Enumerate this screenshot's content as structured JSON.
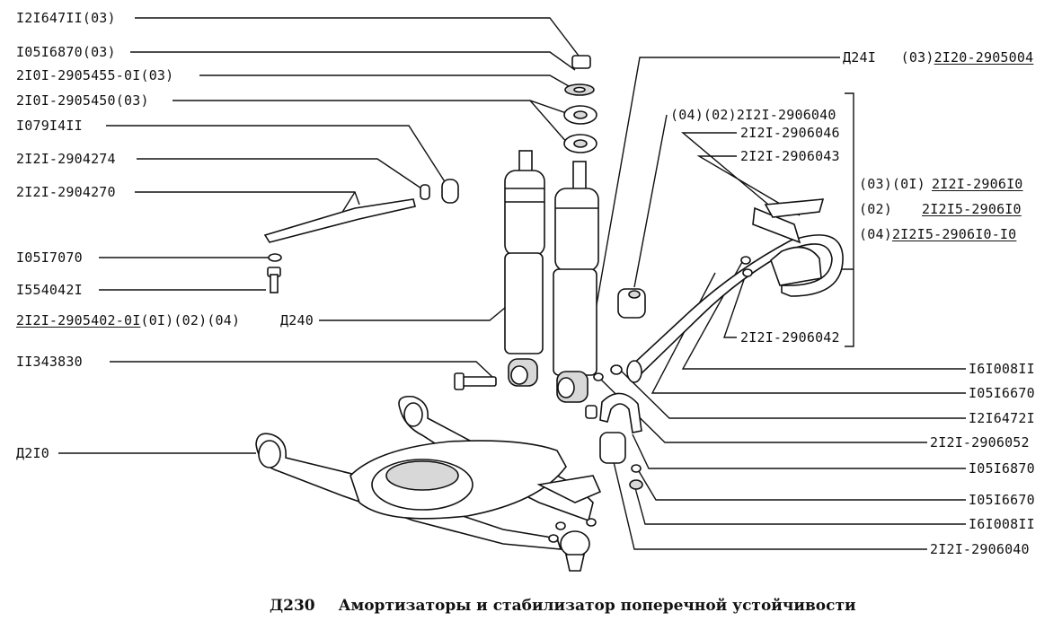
{
  "labels_left": [
    "I2I647II(03)",
    "I05I6870(03)",
    "2I0I-2905455-0I(03)",
    "2I0I-2905450(03)",
    "I079I4II",
    "2I2I-2904274",
    "2I2I-2904270",
    "I05I7070",
    "I554042I",
    "2I2I-2905402-0I",
    "(0I)(02)(04)",
    "Д240",
    "II343830",
    "Д2I0"
  ],
  "labels_right": [
    "Д24I",
    "(03)",
    "2I20-2905004",
    "(04)(02)2I2I-2906040",
    "2I2I-2906046",
    "2I2I-2906043",
    "(03)(0I)",
    "2I2I-2906I0",
    "(02)",
    "2I2I5-2906I0",
    "(04)",
    "2I2I5-2906I0-I0",
    "2I2I-2906042",
    "I6I008II",
    "I05I6670",
    "I2I6472I",
    "2I2I-2906052",
    "I05I6870",
    "I05I6670",
    "I6I008II",
    "2I2I-2906040"
  ],
  "caption": {
    "code": "Д230",
    "title": "Амортизаторы и стабилизатор поперечной устойчивости"
  }
}
